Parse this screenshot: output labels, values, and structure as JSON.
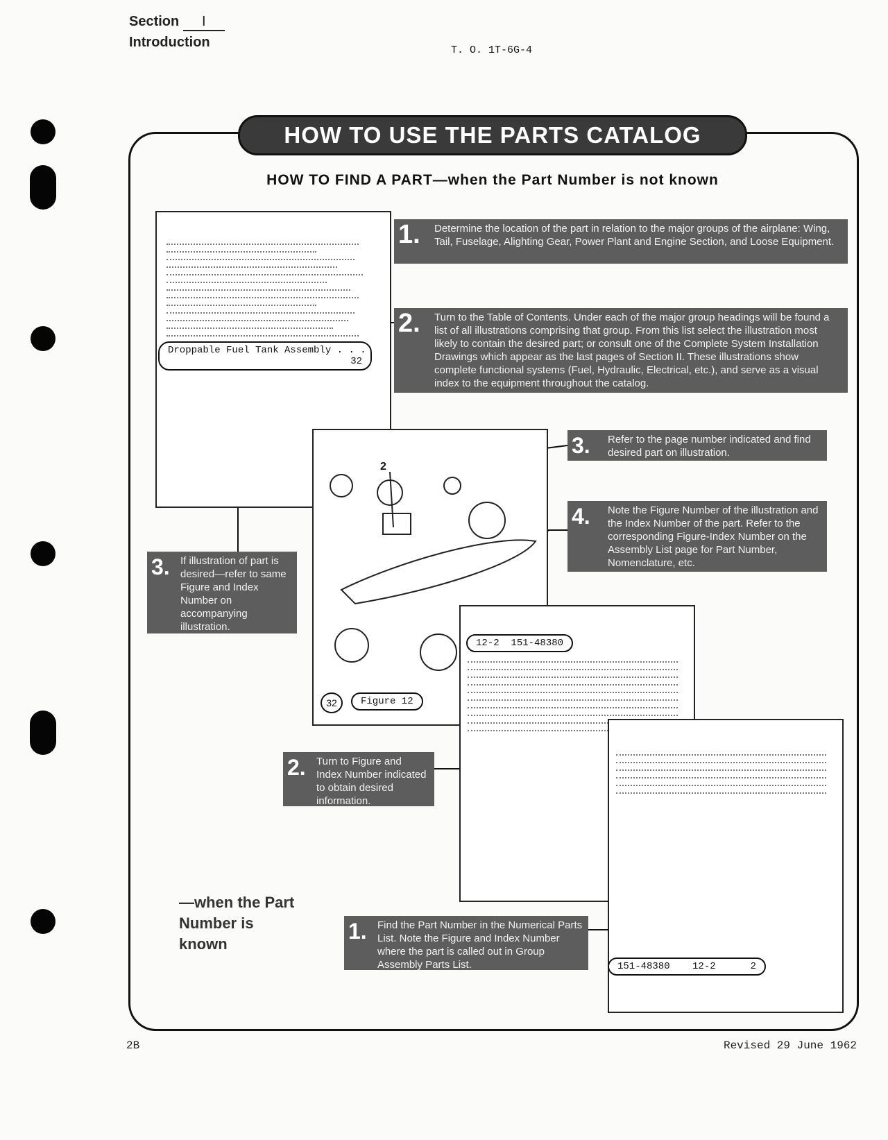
{
  "header": {
    "section_label": "Section",
    "section_number": "I",
    "section_title": "Introduction",
    "to_number": "T. O. 1T-6G-4"
  },
  "banner": "HOW TO USE THE PARTS CATALOG",
  "subtitle": "HOW TO FIND A PART—when the Part Number is not known",
  "steps_unknown": [
    {
      "num": "1.",
      "text": "Determine the location of the part in relation to the major groups of the airplane: Wing, Tail, Fuselage, Alighting Gear, Power Plant and Engine Section, and Loose Equipment."
    },
    {
      "num": "2.",
      "text": "Turn to the Table of Contents. Under each of the major group headings will be found a list of all illustrations comprising that group. From this list select the illustration most likely to contain the desired part; or consult one of the Complete System Installation Drawings which appear as the last pages of Section II. These illustrations show complete functional systems (Fuel, Hydraulic, Electrical, etc.), and serve as a visual index to the equipment throughout the catalog."
    },
    {
      "num": "3.",
      "text": "Refer to the page number indicated and find desired part on illustration."
    },
    {
      "num": "4.",
      "text": "Note the Figure Number of the illustration and the Index Number of the part. Refer to the corresponding Figure-Index Number on the Assembly List page for Part Number, Nomenclature, etc."
    }
  ],
  "steps_known": [
    {
      "num": "1.",
      "text": "Find the Part Number in the Numerical Parts List. Note the Figure and Index Number where the part is called out in Group Assembly Parts List."
    },
    {
      "num": "2.",
      "text": "Turn to Figure and Index Number indicated to obtain desired information."
    },
    {
      "num": "3.",
      "text": "If illustration of part is desired—refer to same Figure and Index Number on accompanying illustration."
    }
  ],
  "known_heading": "—when the Part Number is known",
  "callouts": {
    "toc_entry": "Droppable Fuel Tank Assembly . . .",
    "toc_page": "32",
    "index_number": "2",
    "figure_page": "32",
    "figure_label": "Figure 12",
    "gapl_ref": "12-2",
    "gapl_part": "151-48380",
    "npl_part": "151-48380",
    "npl_ref": "12-2",
    "npl_qty": "2"
  },
  "footer": {
    "page_number": "2B",
    "revision": "Revised 29 June 1962"
  }
}
